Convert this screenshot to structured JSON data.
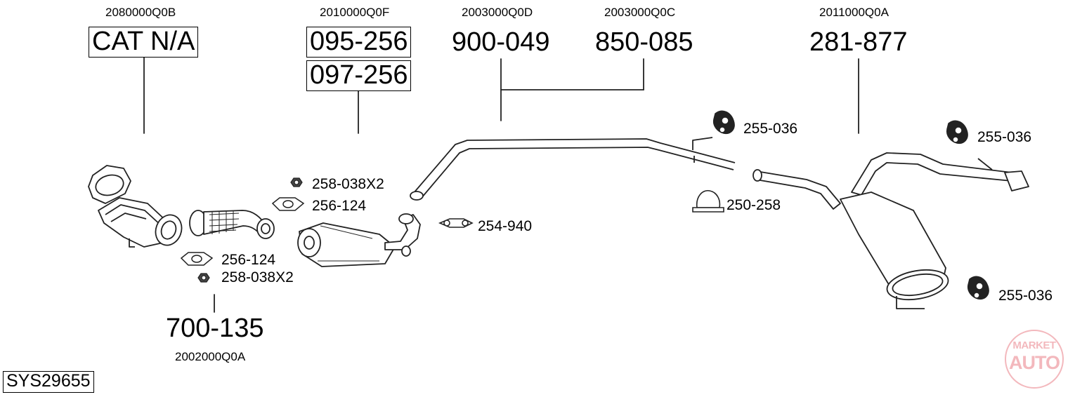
{
  "oe_numbers": {
    "cat": "2080000Q0B",
    "front_pipe": "2010000Q0F",
    "mid_pipe_a": "2003000Q0D",
    "mid_pipe_b": "2003000Q0C",
    "rear_silencer": "2011000Q0A",
    "flex_pipe": "2002000Q0A"
  },
  "part_numbers": {
    "cat": "CAT N/A",
    "front_pipe_1": "095-256",
    "front_pipe_2": "097-256",
    "mid_pipe_a": "900-049",
    "mid_pipe_b": "850-085",
    "rear_silencer": "281-877",
    "flex_pipe": "700-135"
  },
  "accessories": {
    "rubber_mount_1": "255-036",
    "rubber_mount_2": "255-036",
    "rubber_mount_3": "255-036",
    "clamp_1": "250-258",
    "clamp_2": "254-940",
    "nut_1": "258-038X2",
    "gasket_1": "256-124",
    "gasket_2": "256-124",
    "nut_2": "258-038X2"
  },
  "system_id": "SYS29655",
  "logo": {
    "line1": "MARKET",
    "line2": "AUTO",
    "color": "#f3b8bd"
  },
  "icons": [
    "catalytic-converter",
    "flex-pipe",
    "front-pipe-silencer",
    "middle-pipe",
    "rear-silencer",
    "rubber-mount",
    "exhaust-clamp",
    "gasket",
    "flange-nut"
  ]
}
